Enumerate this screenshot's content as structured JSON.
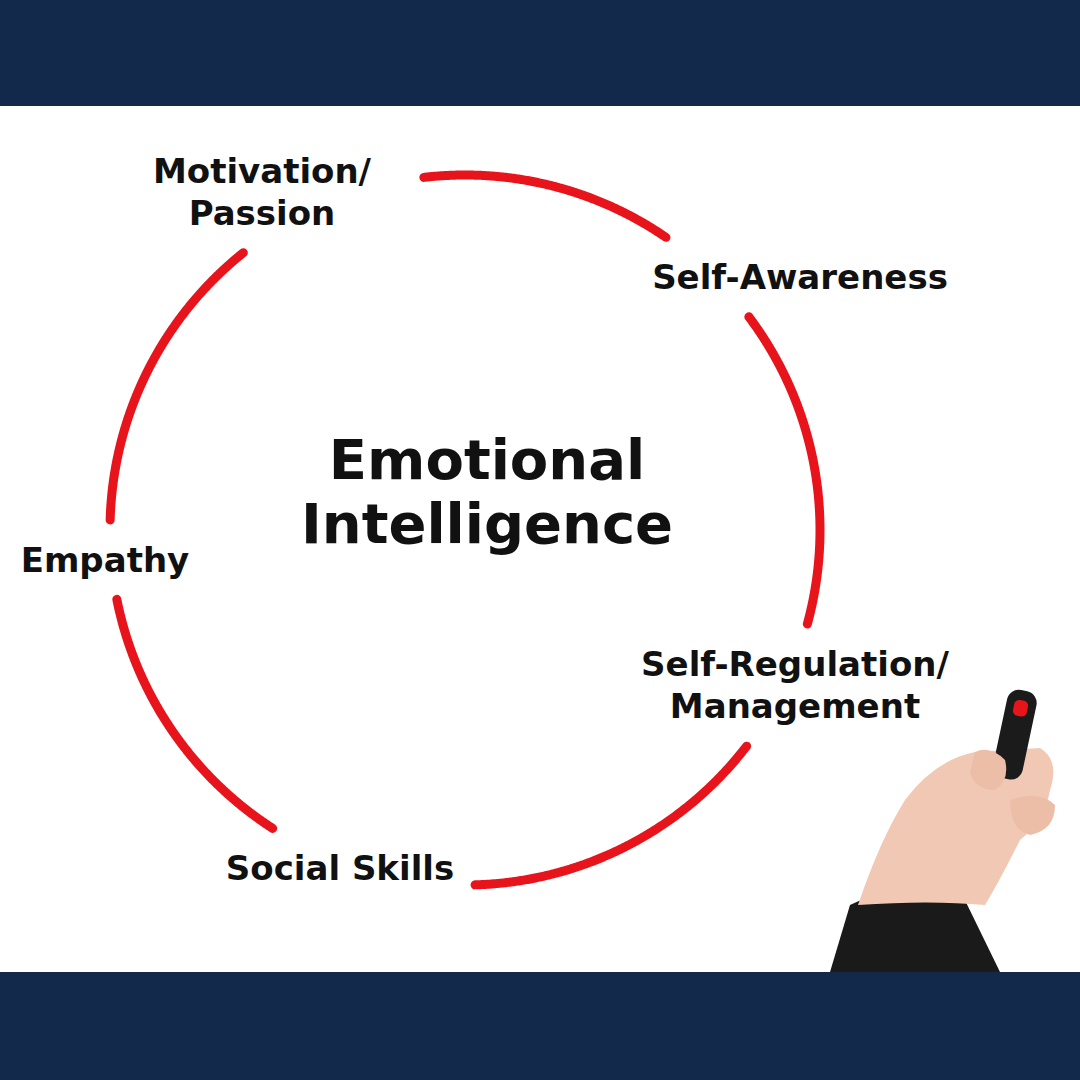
{
  "diagram": {
    "title": "Emotional Intelligence",
    "nodes": [
      {
        "text": [
          "Motivation/ Passion"
        ]
      },
      {
        "text": [
          "Self-Awareness"
        ]
      },
      {
        "text": [
          "Self-Regulation/ Management"
        ]
      },
      {
        "text": [
          "Social Skills"
        ]
      },
      {
        "text": [
          "Empathy"
        ]
      }
    ],
    "edges": [
      {
        "from": 0,
        "to": 1,
        "arrow": "none"
      },
      {
        "from": 1,
        "to": 2,
        "arrow": "none"
      },
      {
        "from": 2,
        "to": 3,
        "arrow": "none"
      },
      {
        "from": 3,
        "to": 4,
        "arrow": "none"
      },
      {
        "from": 4,
        "to": 0,
        "arrow": "none"
      }
    ]
  }
}
